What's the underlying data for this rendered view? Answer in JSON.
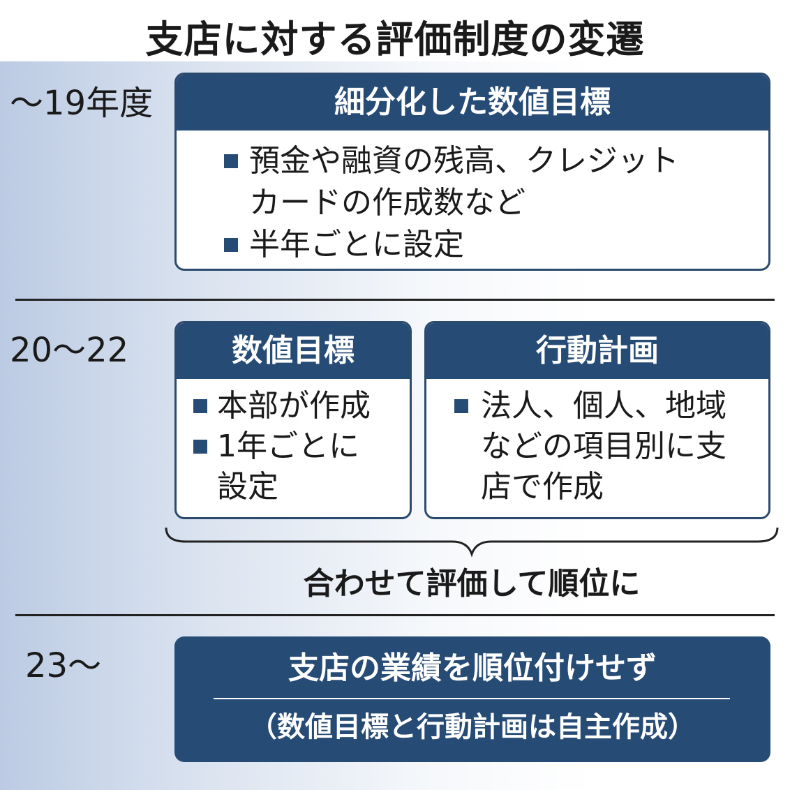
{
  "title": "支店に対する評価制度の変遷",
  "periods": {
    "p1": "〜19年度",
    "p2": "20〜22",
    "p3": "23〜"
  },
  "box_2019": {
    "header": "細分化した数値目標",
    "bullets": [
      "預金や融資の残高、クレジットカードの作成数など",
      "半年ごとに設定"
    ]
  },
  "box_targets": {
    "header": "数値目標",
    "bullets": [
      "本部が作成",
      "1年ごとに設定"
    ]
  },
  "box_plan": {
    "header": "行動計画",
    "bullets": [
      "法人、個人、地域などの項目別に支店で作成"
    ]
  },
  "combined_label": "合わせて評価して順位に",
  "final_box": {
    "line1": "支店の業績を順位付けせず",
    "line2": "（数値目標と行動計画は自主作成）"
  },
  "colors": {
    "header_bg": "#264b75",
    "bullet": "#264b75"
  }
}
